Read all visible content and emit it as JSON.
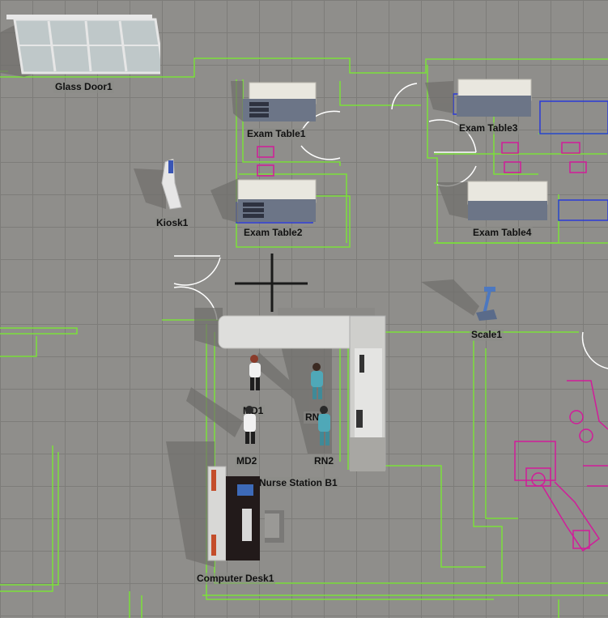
{
  "objects": {
    "glass_door": {
      "label": "Glass Door1"
    },
    "exam_table_1": {
      "label": "Exam Table1"
    },
    "exam_table_2": {
      "label": "Exam Table2"
    },
    "exam_table_3": {
      "label": "Exam Table3"
    },
    "exam_table_4": {
      "label": "Exam Table4"
    },
    "kiosk": {
      "label": "Kiosk1"
    },
    "scale": {
      "label": "Scale1"
    },
    "md1": {
      "label": "MD1"
    },
    "md2": {
      "label": "MD2"
    },
    "rn1": {
      "label": "RN1"
    },
    "rn2": {
      "label": "RN2"
    },
    "nurse_station": {
      "label": "Nurse Station B1"
    },
    "computer_desk": {
      "label": "Computer Desk1"
    }
  },
  "colors": {
    "floor": "#8f8e8b",
    "grid": "#7d7c79",
    "room_outline": "#7be03a",
    "bed_outline": "#2a3ad8",
    "equipment_outline": "#d21b9a"
  }
}
